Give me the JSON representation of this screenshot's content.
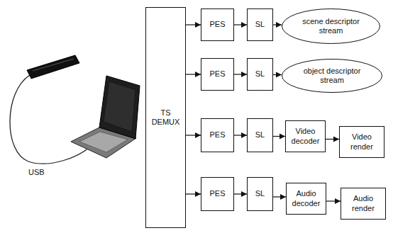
{
  "diagram": {
    "nodes": [
      {
        "text": [
          "TS DEMUX"
        ]
      },
      {
        "text": [
          "PES"
        ]
      },
      {
        "text": [
          "SL"
        ]
      },
      {
        "text": [
          "scene descriptor stream"
        ]
      },
      {
        "text": [
          "PES"
        ]
      },
      {
        "text": [
          "SL"
        ]
      },
      {
        "text": [
          "object descriptor stream"
        ]
      },
      {
        "text": [
          "PES"
        ]
      },
      {
        "text": [
          "SL"
        ]
      },
      {
        "text": [
          "Video decoder"
        ]
      },
      {
        "text": [
          "Video render"
        ]
      },
      {
        "text": [
          "PES"
        ]
      },
      {
        "text": [
          "SL"
        ]
      },
      {
        "text": [
          "Audio decoder"
        ]
      },
      {
        "text": [
          "Audio render"
        ]
      }
    ],
    "edges": [
      {
        "from": 0,
        "to": 1,
        "arrow": "to"
      },
      {
        "from": 1,
        "to": 2,
        "arrow": "to"
      },
      {
        "from": 2,
        "to": 3,
        "arrow": "to"
      },
      {
        "from": 0,
        "to": 4,
        "arrow": "to"
      },
      {
        "from": 4,
        "to": 5,
        "arrow": "to"
      },
      {
        "from": 5,
        "to": 6,
        "arrow": "to"
      },
      {
        "from": 0,
        "to": 7,
        "arrow": "to"
      },
      {
        "from": 7,
        "to": 8,
        "arrow": "to"
      },
      {
        "from": 8,
        "to": 9,
        "arrow": "to"
      },
      {
        "from": 9,
        "to": 10,
        "arrow": "to"
      },
      {
        "from": 0,
        "to": 11,
        "arrow": "to"
      },
      {
        "from": 11,
        "to": 12,
        "arrow": "to"
      },
      {
        "from": 12,
        "to": 13,
        "arrow": "to"
      },
      {
        "from": 13,
        "to": 14,
        "arrow": "to"
      }
    ],
    "labels": [
      "USB"
    ]
  }
}
